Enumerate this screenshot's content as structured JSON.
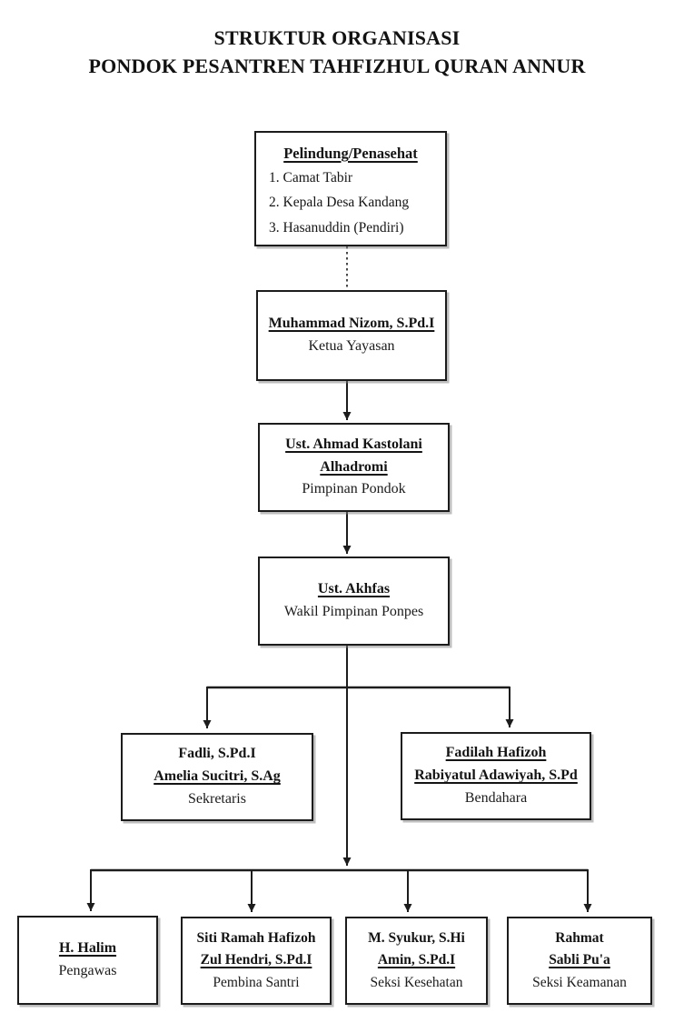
{
  "title": {
    "line1": "STRUKTUR ORGANISASI",
    "line2": "PONDOK PESANTREN TAHFIZHUL QURAN ANNUR"
  },
  "nodes": {
    "pelindung": {
      "heading": "Pelindung/Penasehat",
      "items": [
        "1. Camat Tabir",
        "2. Kepala Desa Kandang",
        "3. Hasanuddin (Pendiri)"
      ]
    },
    "ketua_yayasan": {
      "name1": "Muhammad Nizom, S.Pd.I",
      "role": "Ketua Yayasan"
    },
    "pimpinan_pondok": {
      "name1": "Ust. Ahmad Kastolani",
      "name2": "Alhadromi",
      "role": "Pimpinan Pondok"
    },
    "wakil_pimpinan": {
      "name1": "Ust. Akhfas",
      "role": "Wakil Pimpinan Ponpes"
    },
    "sekretaris": {
      "name1": "Fadli, S.Pd.I",
      "name2": "Amelia Sucitri, S.Ag",
      "role": "Sekretaris"
    },
    "bendahara": {
      "name1": "Fadilah Hafizoh",
      "name2": "Rabiyatul Adawiyah, S.Pd",
      "role": "Bendahara"
    },
    "pengawas": {
      "name1": "H. Halim",
      "role": "Pengawas"
    },
    "pembina_santri": {
      "name1": "Siti Ramah Hafizoh",
      "name2": "Zul Hendri, S.Pd.I",
      "role": "Pembina Santri"
    },
    "seksi_kesehatan": {
      "name1": "M. Syukur, S.Hi",
      "name2": "Amin, S.Pd.I",
      "role": "Seksi Kesehatan"
    },
    "seksi_keamanan": {
      "name1": "Rahmat",
      "name2": "Sabli Pu'a",
      "role": "Seksi Keamanan"
    }
  },
  "colors": {
    "ink": "#151515",
    "box_border": "#1c1c1c",
    "background": "#ffffff",
    "shadow_gray": "#7d7d7d"
  }
}
